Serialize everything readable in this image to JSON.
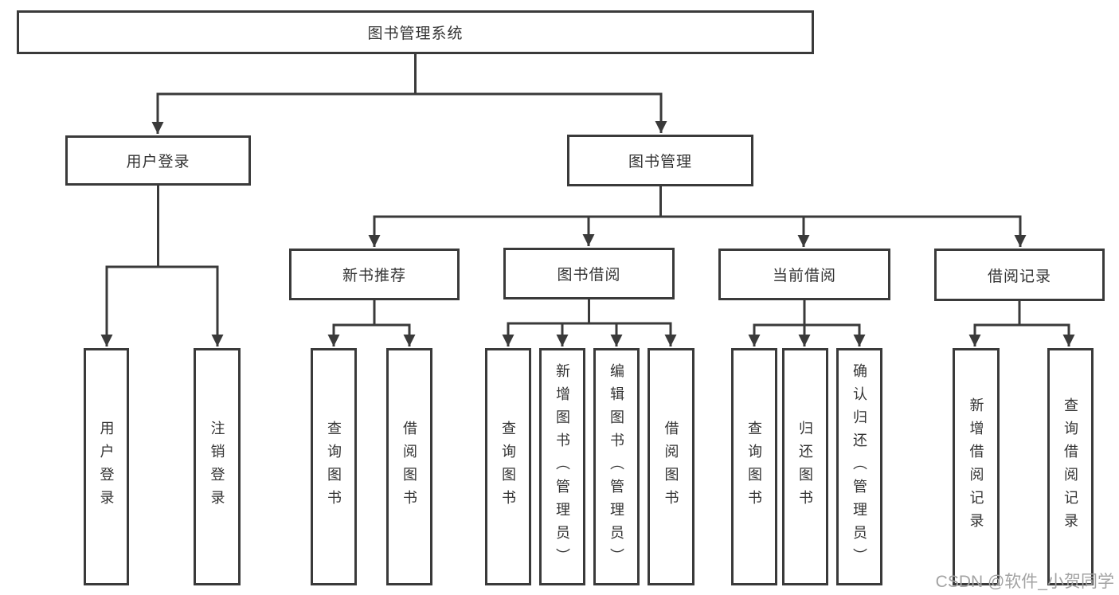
{
  "diagram_type": "hierarchy-tree",
  "tree": {
    "label": "图书管理系统",
    "children": [
      {
        "label": "用户登录",
        "children": [
          {
            "label": "用户登录"
          },
          {
            "label": "注销登录"
          }
        ]
      },
      {
        "label": "图书管理",
        "children": [
          {
            "label": "新书推荐",
            "children": [
              {
                "label": "查询图书"
              },
              {
                "label": "借阅图书"
              }
            ]
          },
          {
            "label": "图书借阅",
            "children": [
              {
                "label": "查询图书"
              },
              {
                "label": "新增图书（管理员）"
              },
              {
                "label": "编辑图书（管理员）"
              },
              {
                "label": "借阅图书"
              }
            ]
          },
          {
            "label": "当前借阅",
            "children": [
              {
                "label": "查询图书"
              },
              {
                "label": "归还图书"
              },
              {
                "label": "确认归还（管理员）"
              }
            ]
          },
          {
            "label": "借阅记录",
            "children": [
              {
                "label": "新增借阅记录"
              },
              {
                "label": "查询借阅记录"
              }
            ]
          }
        ]
      }
    ]
  },
  "watermark": {
    "text": "CSDN @软件_小贺同学"
  },
  "colors": {
    "border": "#3a3a3a",
    "line": "#3a3a3a",
    "text": "#333333",
    "watermark": "#a3a3a3",
    "background": "#ffffff"
  }
}
